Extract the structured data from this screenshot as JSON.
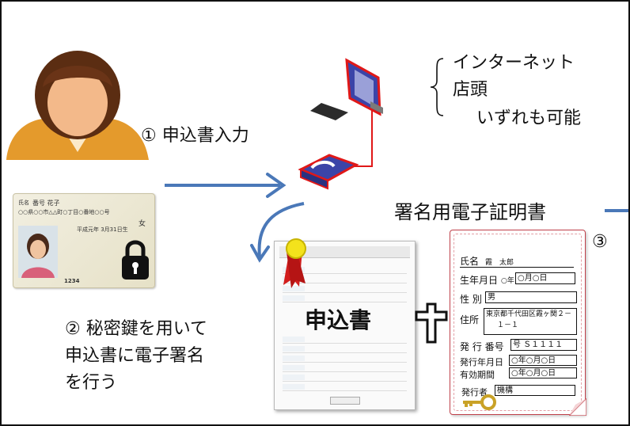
{
  "methods": {
    "internet": "インターネット",
    "store": "店頭",
    "either": "いずれも可能"
  },
  "steps": {
    "step1": "① 申込書入力",
    "step2_line1": "② 秘密鍵を用いて",
    "step2_line2": "申込書に電子署名",
    "step2_line3": "を行う",
    "step3": "③"
  },
  "certificate_title": "署名用電子証明書",
  "application_form_label": "申込書",
  "id_card": {
    "name_label": "氏名",
    "name": "番号 花子",
    "address": "○○県○○市△△町○丁目○番地○○号",
    "sex": "女",
    "dob": "平成元年 3月31日生",
    "number": "1234"
  },
  "certificate": {
    "name_label": "氏名",
    "name": "霞　太郎",
    "dob_label": "生年月日",
    "dob_prefix": "○年",
    "dob_value": "○月○日",
    "sex_label": "性 別",
    "sex_value": "男",
    "address_label": "住所",
    "address_line1": "東京都千代田区霞ヶ関２－",
    "address_line2": "１－１",
    "serial_label": "発 行 番号",
    "serial_value": "号 Ｓ１１１１",
    "issue_date_label": "発行年月日",
    "issue_date_value": "○年○月○日",
    "validity_label": "有効期間",
    "validity_value": "○年○月○日",
    "issuer_label": "発行者",
    "issuer_value": "機構"
  },
  "colors": {
    "arrow": "#4a78b8",
    "device_outline": "#e01818",
    "device_body": "#3b44a8",
    "cert_border": "#c0404a",
    "person_skin": "#f3b98a",
    "person_shirt": "#e49a2c"
  }
}
